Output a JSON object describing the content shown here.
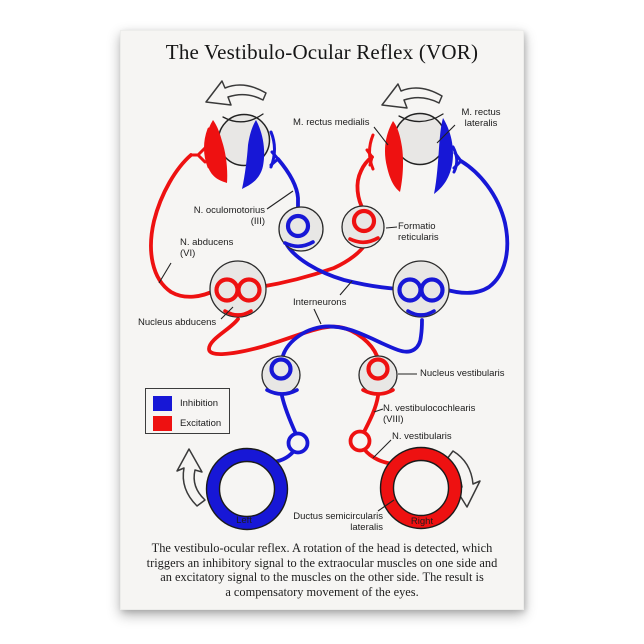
{
  "title": "The Vestibulo-Ocular Reflex (VOR)",
  "colors": {
    "inhibition": "#1717d6",
    "excitation": "#ee1111"
  },
  "legend": {
    "inhibition_label": "Inhibition",
    "excitation_label": "Excitation"
  },
  "labels": {
    "m_rectus_medialis": "M. rectus medialis",
    "m_rectus_lateralis": [
      "M. rectus",
      "lateralis"
    ],
    "n_oculomotorius": [
      "N. oculomotorius",
      "(III)"
    ],
    "formatio_reticularis": [
      "Formatio",
      "reticularis"
    ],
    "n_abducens": [
      "N. abducens",
      "(VI)"
    ],
    "nucleus_abducens": "Nucleus abducens",
    "interneurons": "Interneurons",
    "nucleus_vestibularis": "Nucleus vestibularis",
    "n_vestibulocochlearis": [
      "N. vestibulocochlearis",
      "(VIII)"
    ],
    "n_vestibularis": "N. vestibularis",
    "ductus_semicircularis": [
      "Ductus semicircularis",
      "lateralis"
    ],
    "left": "Left",
    "right": "Right"
  },
  "caption": [
    "The vestibulo-ocular reflex. A rotation of the head is detected, which",
    "triggers an inhibitory signal to the extraocular muscles on one side and",
    "an excitatory signal to the muscles on the other side. The result is",
    "a compensatory movement of the eyes."
  ]
}
